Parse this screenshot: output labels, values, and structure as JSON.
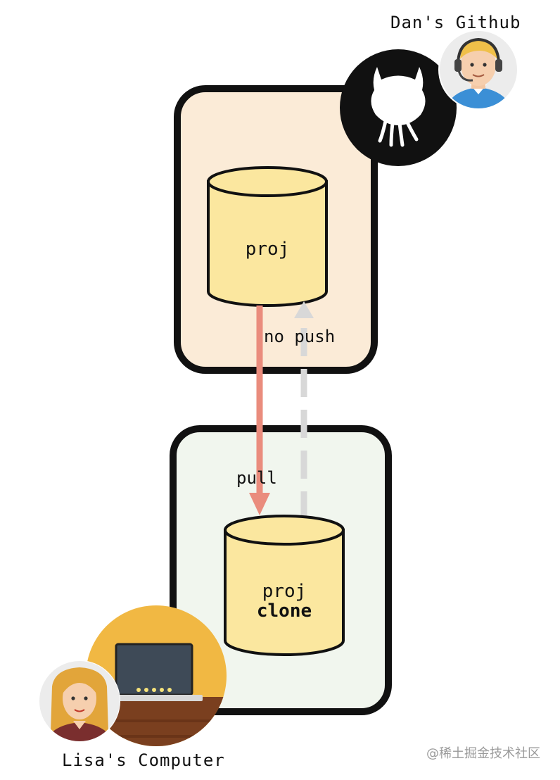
{
  "remote": {
    "owner_label": "Dan's Github",
    "repo_label": "proj",
    "box_color": "#fbebd7",
    "icon": "github-icon",
    "avatar": "dan-avatar"
  },
  "local": {
    "owner_label": "Lisa's Computer",
    "repo_label_line1": "proj",
    "repo_label_line2": "clone",
    "box_color": "#f1f6ee",
    "icon": "laptop-icon",
    "avatar": "lisa-avatar"
  },
  "arrows": {
    "pull_label": "pull",
    "pull_color": "#ea8c7d",
    "push_label": "no push",
    "push_color": "#d8d8d8"
  },
  "repo_fill": "#fbe79f",
  "watermark": "@稀土掘金技术社区"
}
